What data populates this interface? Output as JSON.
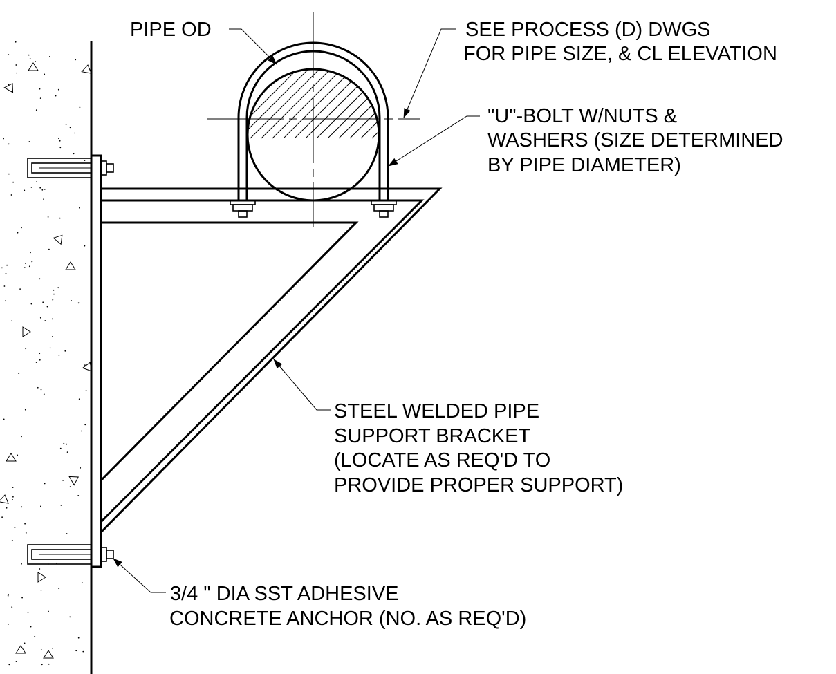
{
  "callouts": {
    "pipe_od": "PIPE OD",
    "see_process": {
      "line1": "SEE PROCESS (D) DWGS",
      "line2": "FOR PIPE SIZE, & CL ELEVATION"
    },
    "u_bolt": {
      "line1": "\"U\"-BOLT W/NUTS &",
      "line2": "WASHERS (SIZE DETERMINED",
      "line3": "BY PIPE DIAMETER)"
    },
    "bracket": {
      "line1": "STEEL WELDED PIPE",
      "line2": "SUPPORT BRACKET",
      "line3": "(LOCATE AS REQ'D TO",
      "line4": "PROVIDE PROPER SUPPORT)"
    },
    "anchor": {
      "line1": "3/4 \" DIA SST ADHESIVE",
      "line2": "CONCRETE ANCHOR (NO. AS REQ'D)"
    }
  },
  "colors": {
    "line": "#000000",
    "background": "#ffffff"
  }
}
